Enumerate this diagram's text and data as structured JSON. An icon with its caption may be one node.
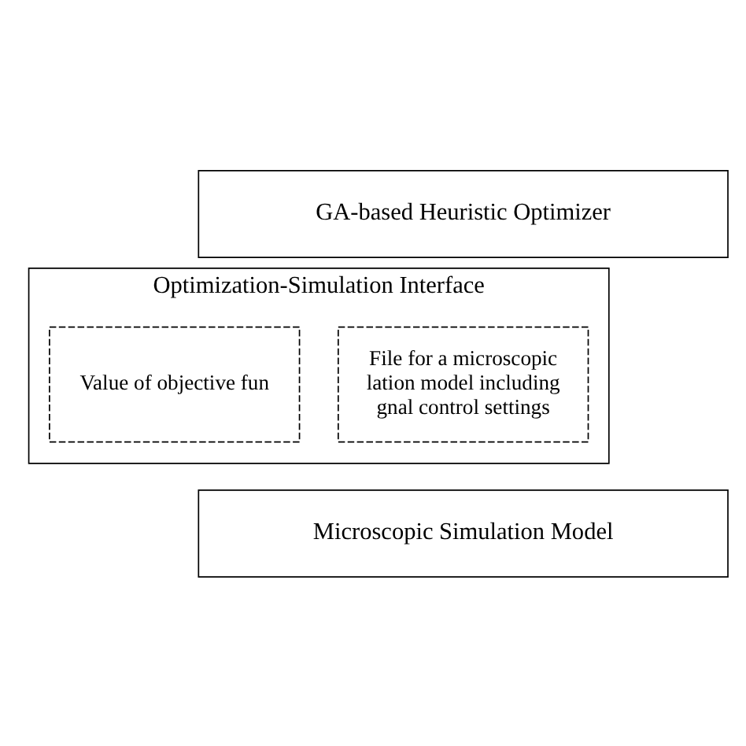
{
  "diagram": {
    "nodes": [
      {
        "text": [
          "GA-based Heuristic Optimizer"
        ]
      },
      {
        "text": [
          "Optimization-Simulation Interface"
        ]
      },
      {
        "text": [
          "File for a microscopic lation model including gnal control settings"
        ],
        "in": 1
      },
      {
        "text": [
          "Value of objective fun"
        ],
        "in": 1
      },
      {
        "text": [
          "Microscopic Simulation Model"
        ]
      }
    ],
    "edges": []
  }
}
